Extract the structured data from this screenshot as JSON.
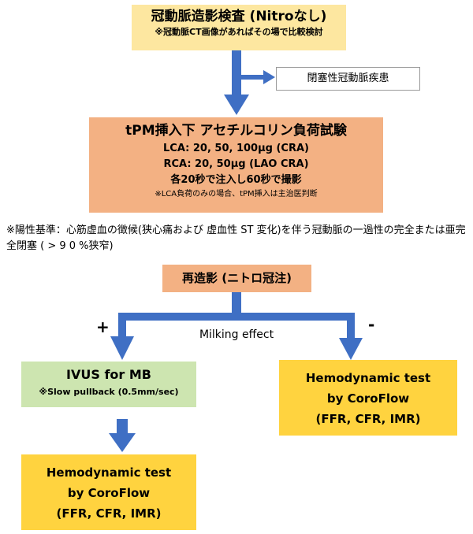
{
  "boxes": {
    "step1": {
      "title": "冠動脈造影検査 (Nitroなし)",
      "note": "※冠動脈CT画像があればその場で比較検討"
    },
    "side": {
      "label": "閉塞性冠動脈疾患"
    },
    "step2": {
      "title": "tPM挿入下 アセチルコリン負荷試験",
      "line1": "LCA: 20, 50, 100μg (CRA)",
      "line2": "RCA: 20, 50μg (LAO CRA)",
      "line3": "各20秒で注入し60秒で撮影",
      "note": "※LCA負荷のみの場合、tPM挿入は主治医判断"
    },
    "criteria": "※陽性基準：心筋虚血の徴候(狭心痛および 虚血性 ST 変化)を伴う冠動脈の一過性の完全または亜完全閉塞 ( > 9 0 %狭窄)",
    "step3": {
      "title": "再造影 (ニトロ冠注)"
    },
    "branch": {
      "plus": "+",
      "minus": "-",
      "label": "Milking effect"
    },
    "ivus": {
      "title": "IVUS for MB",
      "note": "※Slow pullback (0.5mm/sec)"
    },
    "hemo_right": {
      "line1": "Hemodynamic test",
      "line2": "by CoroFlow",
      "line3": "(FFR, CFR, IMR)"
    },
    "hemo_bottom": {
      "line1": "Hemodynamic test",
      "line2": "by CoroFlow",
      "line3": "(FFR, CFR, IMR)"
    }
  },
  "colors": {
    "arrow": "#3f6fc4",
    "yellow_light": "#fde7a0",
    "orange": "#f3b183",
    "green": "#cde5b0",
    "yellow": "#ffd33f"
  }
}
